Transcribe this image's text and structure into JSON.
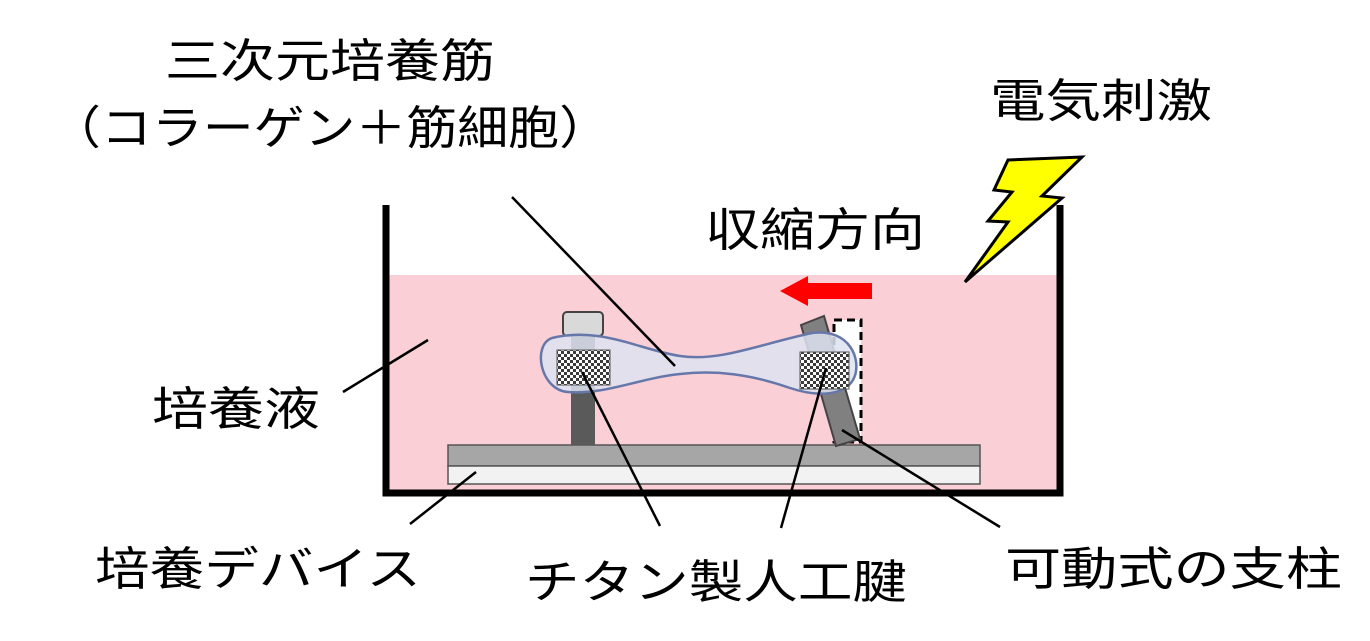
{
  "labels": {
    "tissue_title": "三次元培養筋",
    "tissue_sub": "（コラーゲン＋筋細胞）",
    "stimulation": "電気刺激",
    "contraction": "収縮方向",
    "medium": "培養液",
    "device": "培養デバイス",
    "tendon": "チタン製人工腱",
    "post": "可動式の支柱"
  },
  "colors": {
    "medium": "#fbcfd6",
    "arrow": "#ff0000",
    "bolt": "#ffff00",
    "tissue": "#dde3f1",
    "tissue_stroke": "#6677aa",
    "post": "#5a5a5a",
    "plate_top": "#a6a6a6",
    "plate_bottom": "#f2f2f2"
  },
  "icons": {
    "stimulation": "lightning-bolt-icon",
    "contraction": "left-arrow-icon"
  }
}
